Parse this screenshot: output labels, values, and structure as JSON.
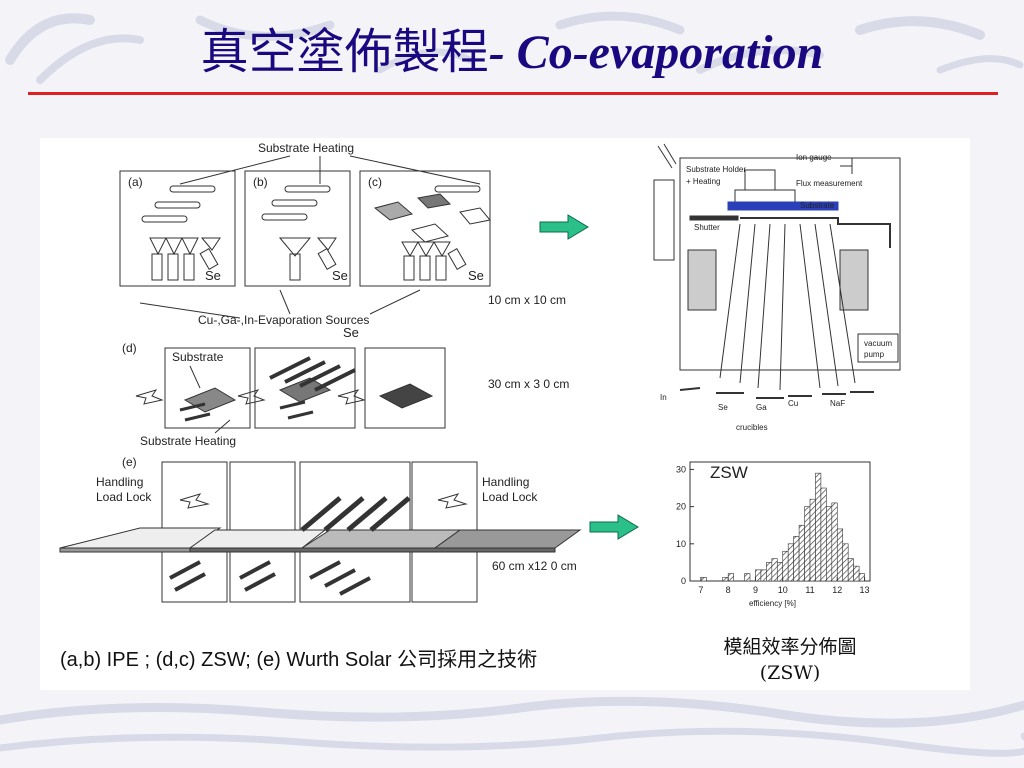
{
  "title": {
    "chinese": "真空塗佈製程",
    "latin": "- Co-evaporation"
  },
  "colors": {
    "title": "#1a0880",
    "rule": "#e02020",
    "arrow": "#2bbf8a",
    "substrate_blue": "#2a3fb8"
  },
  "left_diagram": {
    "top_label": "Substrate Heating",
    "panel_a": "(a)",
    "panel_b": "(b)",
    "panel_c": "(c)",
    "se_a": "Se",
    "se_b": "Se",
    "se_c": "Se",
    "sources_label": "Cu-,Ga-,In-Evaporation Sources",
    "size_1": "10 cm x 10 cm",
    "panel_d": "(d)",
    "se_d": "Se",
    "substrate_label": "Substrate",
    "size_2": "30 cm x 3 0 cm",
    "heating_label": "Substrate Heating",
    "panel_e": "(e)",
    "handling_left_1": "Handling",
    "handling_left_2": "Load Lock",
    "handling_right_1": "Handling",
    "handling_right_2": "Load Lock",
    "size_3": "60 cm x12 0 cm"
  },
  "caption": {
    "latin": "(a,b) IPE ; (d,c) ZSW; (e) Wurth Solar ",
    "chinese": "公司採用之技術"
  },
  "chamber": {
    "substrate_holder": "Substrate Holder",
    "heating": "+ Heating",
    "ion_gauge": "Ion gauge",
    "flux": "Flux measurement",
    "substrate": "Substrate",
    "shutter": "Shutter",
    "vacuum": "vacuum",
    "pump": "pump",
    "src_in": "In",
    "src_se": "Se",
    "src_ga": "Ga",
    "src_cu": "Cu",
    "src_naf": "NaF",
    "crucibles": "crucibles"
  },
  "chart_data": {
    "type": "bar",
    "title": "ZSW",
    "xlabel": "efficiency [%]",
    "ylabel": "",
    "xlim": [
      6.6,
      13.2
    ],
    "ylim": [
      0,
      32
    ],
    "xticks": [
      "7",
      "8",
      "9",
      "10",
      "11",
      "12",
      "13"
    ],
    "yticks": [
      "0",
      "10",
      "20",
      "30"
    ],
    "bin_width": 0.2,
    "bins": [
      {
        "x": 7.0,
        "v": 1
      },
      {
        "x": 7.8,
        "v": 1
      },
      {
        "x": 8.0,
        "v": 2
      },
      {
        "x": 8.6,
        "v": 2
      },
      {
        "x": 9.0,
        "v": 3
      },
      {
        "x": 9.2,
        "v": 3
      },
      {
        "x": 9.4,
        "v": 5
      },
      {
        "x": 9.6,
        "v": 6
      },
      {
        "x": 9.8,
        "v": 5
      },
      {
        "x": 10.0,
        "v": 8
      },
      {
        "x": 10.2,
        "v": 10
      },
      {
        "x": 10.4,
        "v": 12
      },
      {
        "x": 10.6,
        "v": 15
      },
      {
        "x": 10.8,
        "v": 20
      },
      {
        "x": 11.0,
        "v": 22
      },
      {
        "x": 11.2,
        "v": 29
      },
      {
        "x": 11.4,
        "v": 25
      },
      {
        "x": 11.6,
        "v": 20
      },
      {
        "x": 11.8,
        "v": 21
      },
      {
        "x": 12.0,
        "v": 14
      },
      {
        "x": 12.2,
        "v": 10
      },
      {
        "x": 12.4,
        "v": 6
      },
      {
        "x": 12.6,
        "v": 4
      },
      {
        "x": 12.8,
        "v": 2
      }
    ]
  },
  "chart_caption": {
    "line1": "模組效率分佈圖",
    "line2": "(ZSW)"
  }
}
